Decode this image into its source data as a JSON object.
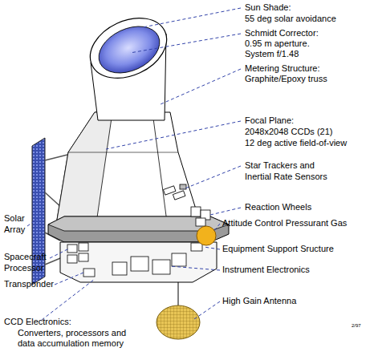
{
  "diagram": {
    "labels": [
      "Sun Shade:",
      "55 deg solar avoidance",
      "Schmidt Corrector:",
      "0.95 m aperture.",
      "System f/1.48",
      "Metering Structure:",
      "Graphite/Epoxy truss",
      "Focal Plane:",
      "2048x2048 CCDs (21)",
      "12 deg active field-of-view",
      "Star Trackers and",
      "Inertial Rate Sensors",
      "Reaction Wheels",
      "Attitude Control Pressurant Gas",
      "Equipment Support Sructure",
      "Instrument Electronics",
      "High Gain Antenna",
      "Solar",
      "Array",
      "Spacecraft",
      "Processor",
      "Transponder",
      "CCD Electronics:",
      "Converters, processors and",
      "data accumulation memory",
      "2/97"
    ]
  }
}
